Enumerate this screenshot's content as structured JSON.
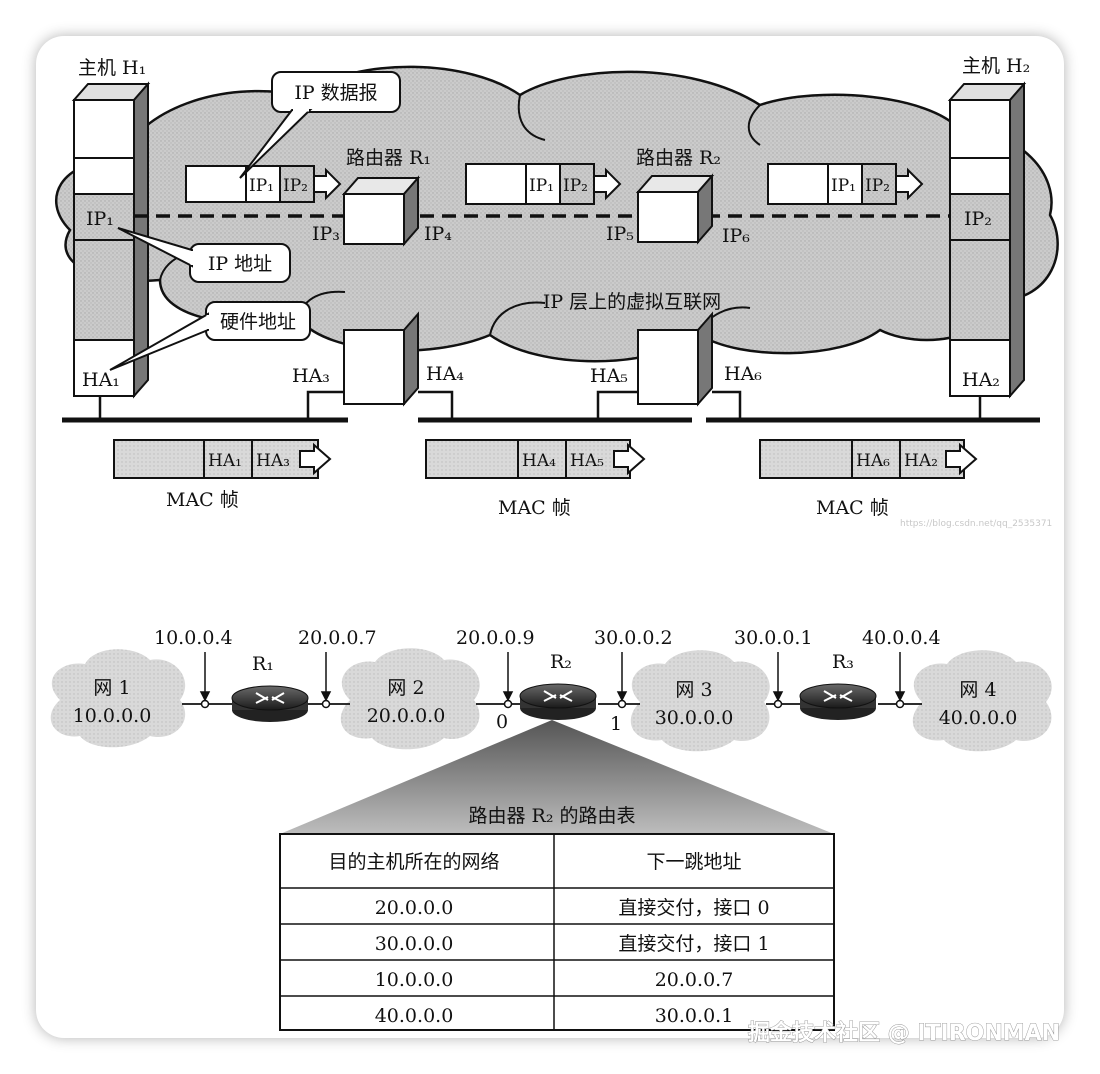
{
  "top": {
    "host1": "主机 H₁",
    "host2": "主机 H₂",
    "callout_datagram": "IP 数据报",
    "callout_ip_address": "IP 地址",
    "callout_hw_address": "硬件地址",
    "router1": "路由器 R₁",
    "router2": "路由器 R₂",
    "virtual_net": "IP 层上的虚拟互联网",
    "ip_labels": {
      "ip1": "IP₁",
      "ip2": "IP₂",
      "ip3": "IP₃",
      "ip4": "IP₄",
      "ip5": "IP₅",
      "ip6": "IP₆"
    },
    "datagram_fields": [
      "IP₁",
      "IP₂"
    ],
    "ha_labels": {
      "ha1": "HA₁",
      "ha2": "HA₂",
      "ha3": "HA₃",
      "ha4": "HA₄",
      "ha5": "HA₅",
      "ha6": "HA₆"
    },
    "mac_frames": [
      {
        "fields": [
          "HA₁",
          "HA₃"
        ],
        "label": "MAC 帧"
      },
      {
        "fields": [
          "HA₄",
          "HA₅"
        ],
        "label": "MAC 帧"
      },
      {
        "fields": [
          "HA₆",
          "HA₂"
        ],
        "label": "MAC 帧"
      }
    ]
  },
  "bottom": {
    "networks": [
      {
        "name": "网 1",
        "address": "10.0.0.0"
      },
      {
        "name": "网 2",
        "address": "20.0.0.0"
      },
      {
        "name": "网 3",
        "address": "30.0.0.0"
      },
      {
        "name": "网 4",
        "address": "40.0.0.0"
      }
    ],
    "routers": [
      "R₁",
      "R₂",
      "R₃"
    ],
    "interfaces": [
      "10.0.0.4",
      "20.0.0.7",
      "20.0.0.9",
      "30.0.0.2",
      "30.0.0.1",
      "40.0.0.4"
    ],
    "port_labels": [
      "0",
      "1"
    ],
    "table": {
      "title": "路由器 R₂ 的路由表",
      "headers": [
        "目的主机所在的网络",
        "下一跳地址"
      ],
      "rows": [
        [
          "20.0.0.0",
          "直接交付，接口 0"
        ],
        [
          "30.0.0.0",
          "直接交付，接口 1"
        ],
        [
          "10.0.0.0",
          "20.0.0.7"
        ],
        [
          "40.0.0.0",
          "30.0.0.1"
        ]
      ]
    }
  },
  "watermark": "掘金技术社区 @ ITIRONMAN",
  "url_watermark": "https://blog.csdn.net/qq_2535371"
}
